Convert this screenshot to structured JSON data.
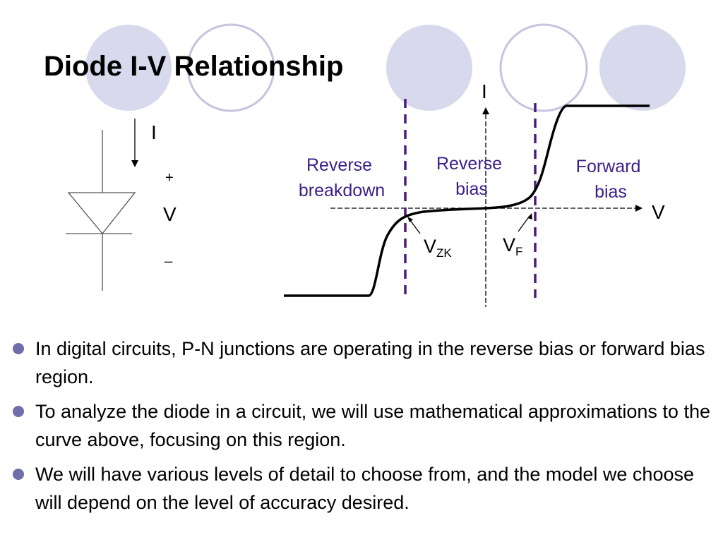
{
  "title": "Diode I-V Relationship",
  "colors": {
    "circle_fill": "#d9d9ee",
    "circle_stroke": "#b8b8dc",
    "boundary_line": "#4b1a7a",
    "label_text": "#3b1f8a",
    "bullet": "#6e6ea8"
  },
  "diode_symbol": {
    "current_label": "I",
    "plus_label": "+",
    "voltage_label": "V",
    "minus_label": "_"
  },
  "iv_graph": {
    "axis_i_label": "I",
    "axis_v_label": "V",
    "region_reverse_breakdown": [
      "Reverse",
      "breakdown"
    ],
    "region_reverse_bias": [
      "Reverse",
      "bias"
    ],
    "region_forward_bias": [
      "Forward",
      "bias"
    ],
    "vzk_main": "V",
    "vzk_sub": "ZK",
    "vf_main": "V",
    "vf_sub": "F"
  },
  "bullets": [
    "In digital circuits, P-N junctions are operating in the reverse bias or forward bias region.",
    "To analyze the diode in a circuit, we will use mathematical approximations to the curve above, focusing on this region.",
    "We will have various levels of detail to choose from, and the model we choose will depend on the level of accuracy desired."
  ]
}
